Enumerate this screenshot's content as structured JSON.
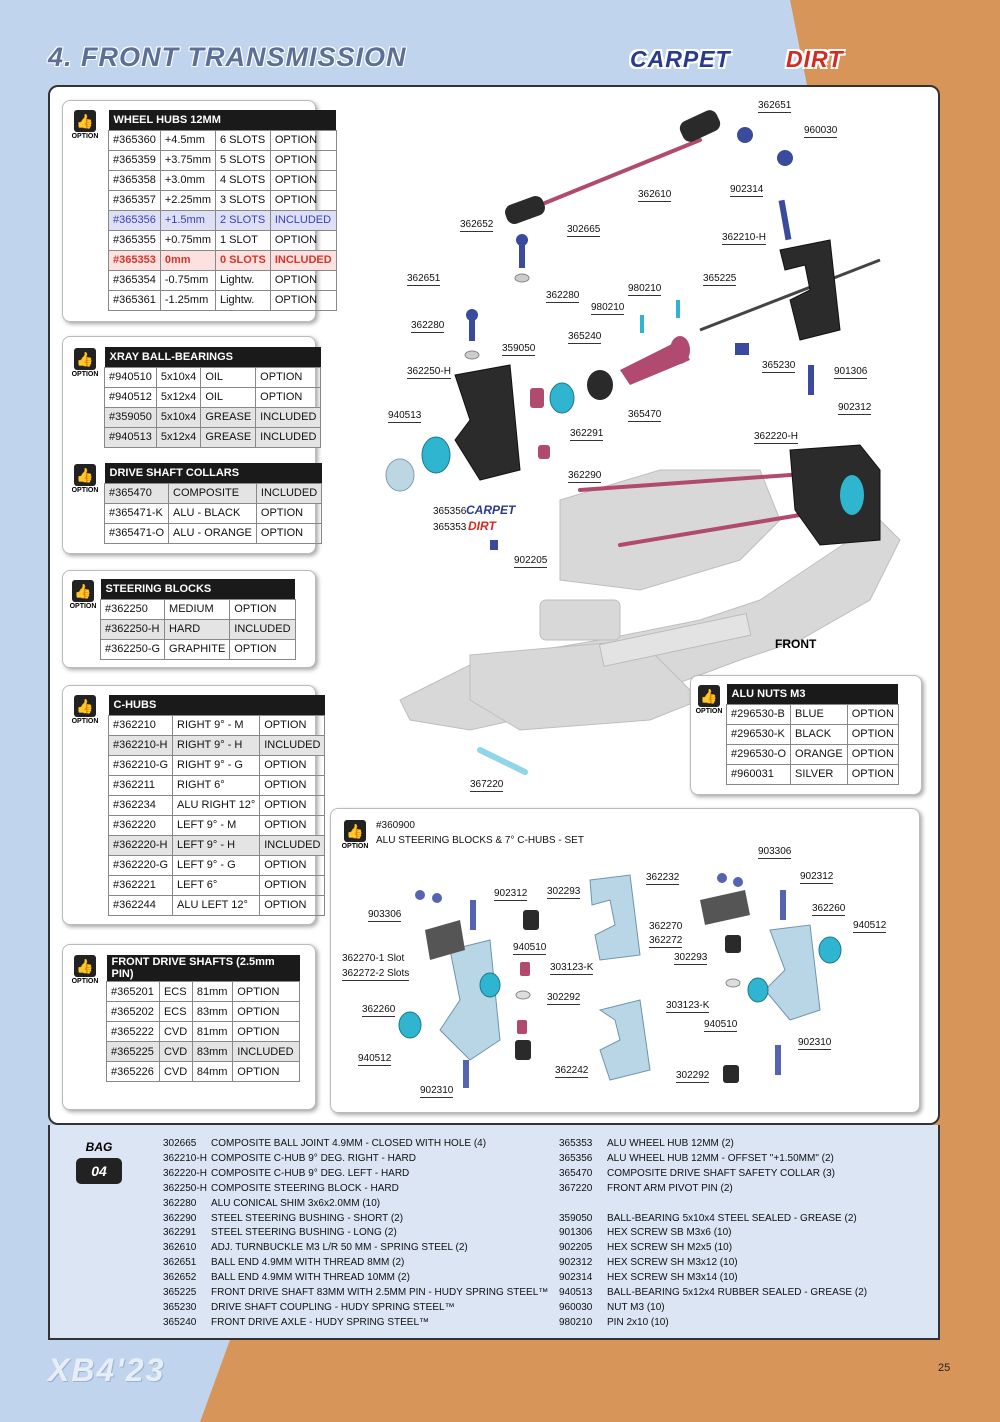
{
  "header": {
    "title": "4. FRONT TRANSMISSION",
    "badge_carpet": "CARPET",
    "badge_dirt": "DIRT"
  },
  "option_label": "OPTION",
  "wheel_hubs": {
    "title": "WHEEL HUBS 12MM",
    "rows": [
      [
        "#365360",
        "+4.5mm",
        "6 SLOTS",
        "OPTION"
      ],
      [
        "#365359",
        "+3.75mm",
        "5 SLOTS",
        "OPTION"
      ],
      [
        "#365358",
        "+3.0mm",
        "4 SLOTS",
        "OPTION"
      ],
      [
        "#365357",
        "+2.25mm",
        "3 SLOTS",
        "OPTION"
      ],
      [
        "#365356",
        "+1.5mm",
        "2 SLOTS",
        "INCLUDED"
      ],
      [
        "#365355",
        "+0.75mm",
        "1 SLOT",
        "OPTION"
      ],
      [
        "#365353",
        "0mm",
        "0 SLOTS",
        "INCLUDED"
      ],
      [
        "#365354",
        "-0.75mm",
        "Lightw.",
        "OPTION"
      ],
      [
        "#365361",
        "-1.25mm",
        "Lightw.",
        "OPTION"
      ]
    ]
  },
  "ball_bearings": {
    "title": "XRAY BALL-BEARINGS",
    "rows": [
      [
        "#940510",
        "5x10x4",
        "OIL",
        "OPTION"
      ],
      [
        "#940512",
        "5x12x4",
        "OIL",
        "OPTION"
      ],
      [
        "#359050",
        "5x10x4",
        "GREASE",
        "INCLUDED"
      ],
      [
        "#940513",
        "5x12x4",
        "GREASE",
        "INCLUDED"
      ]
    ]
  },
  "shaft_collars": {
    "title": "DRIVE SHAFT COLLARS",
    "rows": [
      [
        "#365470",
        "COMPOSITE",
        "INCLUDED"
      ],
      [
        "#365471-K",
        "ALU - BLACK",
        "OPTION"
      ],
      [
        "#365471-O",
        "ALU - ORANGE",
        "OPTION"
      ]
    ]
  },
  "steering_blocks": {
    "title": "STEERING BLOCKS",
    "rows": [
      [
        "#362250",
        "MEDIUM",
        "OPTION"
      ],
      [
        "#362250-H",
        "HARD",
        "INCLUDED"
      ],
      [
        "#362250-G",
        "GRAPHITE",
        "OPTION"
      ]
    ]
  },
  "c_hubs": {
    "title": "C-HUBS",
    "rows": [
      [
        "#362210",
        "RIGHT 9° - M",
        "OPTION"
      ],
      [
        "#362210-H",
        "RIGHT 9° - H",
        "INCLUDED"
      ],
      [
        "#362210-G",
        "RIGHT 9° - G",
        "OPTION"
      ],
      [
        "#362211",
        "RIGHT 6°",
        "OPTION"
      ],
      [
        "#362234",
        "ALU RIGHT 12°",
        "OPTION"
      ],
      [
        "#362220",
        "LEFT 9° - M",
        "OPTION"
      ],
      [
        "#362220-H",
        "LEFT 9° - H",
        "INCLUDED"
      ],
      [
        "#362220-G",
        "LEFT 9° - G",
        "OPTION"
      ],
      [
        "#362221",
        "LEFT 6°",
        "OPTION"
      ],
      [
        "#362244",
        "ALU LEFT 12°",
        "OPTION"
      ]
    ]
  },
  "drive_shafts": {
    "title": "FRONT DRIVE SHAFTS (2.5mm PIN)",
    "rows": [
      [
        "#365201",
        "ECS",
        "81mm",
        "OPTION"
      ],
      [
        "#365202",
        "ECS",
        "83mm",
        "OPTION"
      ],
      [
        "#365222",
        "CVD",
        "81mm",
        "OPTION"
      ],
      [
        "#365225",
        "CVD",
        "83mm",
        "INCLUDED"
      ],
      [
        "#365226",
        "CVD",
        "84mm",
        "OPTION"
      ]
    ]
  },
  "alu_nuts": {
    "title": "ALU NUTS M3",
    "rows": [
      [
        "#296530-B",
        "BLUE",
        "OPTION"
      ],
      [
        "#296530-K",
        "BLACK",
        "OPTION"
      ],
      [
        "#296530-O",
        "ORANGE",
        "OPTION"
      ],
      [
        "#960031",
        "SILVER",
        "OPTION"
      ]
    ]
  },
  "callouts": {
    "c362651a": "362651",
    "c960030": "960030",
    "c362610": "362610",
    "c902314": "902314",
    "c362652": "362652",
    "c302665": "302665",
    "c362210h": "362210-H",
    "c362651b": "362651",
    "c362280a": "362280",
    "c980210a": "980210",
    "c980210b": "980210",
    "c365225": "365225",
    "c362280b": "362280",
    "c365240": "365240",
    "c359050": "359050",
    "c362250h": "362250-H",
    "c365230": "365230",
    "c901306": "901306",
    "c940513": "940513",
    "c365470": "365470",
    "c902312": "902312",
    "c362291": "362291",
    "c362220h": "362220-H",
    "c362290": "362290",
    "c365356": "365356",
    "c365353": "365353",
    "c902205": "902205",
    "c367220": "367220",
    "carpet": "CARPET",
    "dirt": "DIRT",
    "front": "FRONT"
  },
  "set": {
    "code": "#360900",
    "title": "ALU STEERING BLOCKS & 7° C-HUBS - SET",
    "labels": {
      "l903306a": "903306",
      "l902312a": "902312",
      "l302293a": "302293",
      "l362232": "362232",
      "l362270a": "362270-1 Slot",
      "l362272a": "362272-2 Slots",
      "l940510a": "940510",
      "l303123a": "303123-K",
      "l302292a": "302292",
      "l362260a": "362260",
      "l940512a": "940512",
      "l902310a": "902310",
      "l362242": "362242",
      "l903306b": "903306",
      "l902312b": "902312",
      "l362260b": "362260",
      "l940512b": "940512",
      "l362270b": "362270",
      "l362272b": "362272",
      "l302293b": "302293",
      "l303123b": "303123-K",
      "l940510b": "940510",
      "l902310b": "902310",
      "l302292b": "302292"
    }
  },
  "bag": {
    "word": "BAG",
    "number": "04"
  },
  "parts_left": [
    [
      "302665",
      "COMPOSITE BALL JOINT 4.9MM - CLOSED WITH HOLE (4)"
    ],
    [
      "362210-H",
      "COMPOSITE C-HUB 9° DEG. RIGHT - HARD"
    ],
    [
      "362220-H",
      "COMPOSITE C-HUB 9° DEG. LEFT - HARD"
    ],
    [
      "362250-H",
      "COMPOSITE STEERING BLOCK - HARD"
    ],
    [
      "362280",
      "ALU CONICAL SHIM 3x6x2.0MM (10)"
    ],
    [
      "362290",
      "STEEL STEERING BUSHING - SHORT (2)"
    ],
    [
      "362291",
      "STEEL STEERING BUSHING - LONG (2)"
    ],
    [
      "362610",
      "ADJ. TURNBUCKLE M3 L/R 50 MM  - SPRING STEEL (2)"
    ],
    [
      "362651",
      "BALL END 4.9MM WITH THREAD 8MM (2)"
    ],
    [
      "362652",
      "BALL END 4.9MM WITH THREAD 10MM (2)"
    ],
    [
      "365225",
      "FRONT DRIVE SHAFT 83MM WITH 2.5MM PIN - HUDY SPRING STEEL™"
    ],
    [
      "365230",
      "DRIVE SHAFT COUPLING  - HUDY SPRING STEEL™"
    ],
    [
      "365240",
      "FRONT DRIVE AXLE - HUDY SPRING STEEL™"
    ]
  ],
  "parts_right_a": [
    [
      "365353",
      "ALU WHEEL HUB 12MM (2)"
    ],
    [
      "365356",
      "ALU WHEEL HUB 12MM - OFFSET \"+1.50MM\" (2)"
    ],
    [
      "365470",
      "COMPOSITE DRIVE SHAFT SAFETY COLLAR (3)"
    ],
    [
      "367220",
      "FRONT ARM PIVOT PIN (2)"
    ]
  ],
  "parts_right_b": [
    [
      "359050",
      "BALL-BEARING 5x10x4 STEEL SEALED - GREASE  (2)"
    ],
    [
      "901306",
      "HEX SCREW  SB M3x6  (10)"
    ],
    [
      "902205",
      "HEX SCREW  SH M2x5  (10)"
    ],
    [
      "902312",
      "HEX SCREW  SH M3x12  (10)"
    ],
    [
      "902314",
      "HEX SCREW  SH M3x14  (10)"
    ],
    [
      "940513",
      "BALL-BEARING 5x12x4 RUBBER SEALED - GREASE (2)"
    ],
    [
      "960030",
      "NUT M3  (10)"
    ],
    [
      "980210",
      "PIN 2x10  (10)"
    ]
  ],
  "footer": {
    "model": "XB4'23",
    "page": "25"
  },
  "colors": {
    "blue_bg": "#c0d4ee",
    "orange_bg": "#d8955a",
    "accent_blue": "#3a3fb8",
    "accent_red": "#d8352a",
    "part_pink": "#b04a6e",
    "part_cyan": "#2fb5cf"
  }
}
